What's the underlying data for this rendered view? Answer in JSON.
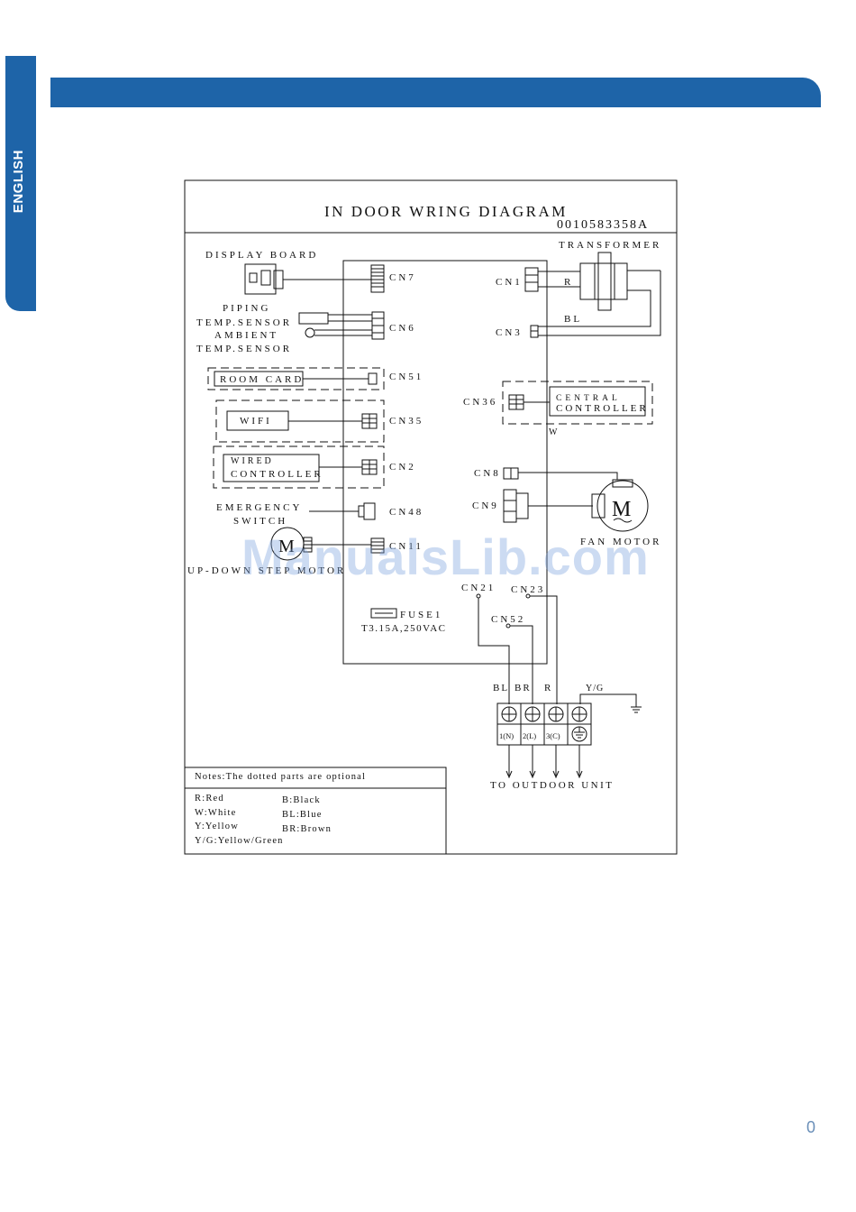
{
  "page": {
    "side_tab_label": "ENGLISH",
    "page_number": "0",
    "watermark": "ManualsLib.com",
    "colors": {
      "accent": "#1e64a8",
      "line": "#111111"
    }
  },
  "diagram": {
    "title": "IN DOOR WRING DIAGRAM",
    "code": "0010583358A",
    "left_components": {
      "display_board": "DISPLAY BOARD",
      "piping_1": "PIPING",
      "piping_2": "TEMP.SENSOR",
      "ambient_1": "AMBIENT",
      "ambient_2": "TEMP.SENSOR",
      "room_card": "ROOM CARD",
      "wifi": "WIFI",
      "wired_1": "WIRED",
      "wired_2": "CONTROLLER",
      "emergency_1": "EMERGENCY",
      "emergency_2": "SWITCH",
      "updown_motor": "UP-DOWN STEP MOTOR"
    },
    "connectors": {
      "cn7": "CN7",
      "cn6": "CN6",
      "cn51": "CN51",
      "cn35": "CN35",
      "cn2": "CN2",
      "cn48": "CN48",
      "cn11": "CN11",
      "cn1": "CN1",
      "cn3": "CN3",
      "cn36": "CN36",
      "cn8": "CN8",
      "cn9": "CN9",
      "cn21": "CN21",
      "cn23": "CN23",
      "cn52": "CN52"
    },
    "right_components": {
      "transformer": "TRANSFORMER",
      "wire_r": "R",
      "wire_bl": "BL",
      "central_1": "CENTRAL",
      "central_2": "CONTROLLER",
      "wire_w": "W",
      "fan_motor": "FAN MOTOR",
      "motor_symbol": "M"
    },
    "fuse": {
      "label": "FUSE1",
      "rating": "T3.15A,250VAC"
    },
    "terminal_block": {
      "wire_labels": [
        "BL",
        "BR",
        "R",
        "Y/G"
      ],
      "terminals": [
        "1(N)",
        "2(L)",
        "3(C)"
      ],
      "outdoor_label": "TO OUTDOOR UNIT"
    },
    "notes": {
      "heading": "Notes:The dotted parts are optional",
      "legend_left": [
        "R:Red",
        "W:White",
        "Y:Yellow",
        "Y/G:Yellow/Green"
      ],
      "legend_right": [
        "B:Black",
        "BL:Blue",
        "BR:Brown"
      ]
    }
  }
}
